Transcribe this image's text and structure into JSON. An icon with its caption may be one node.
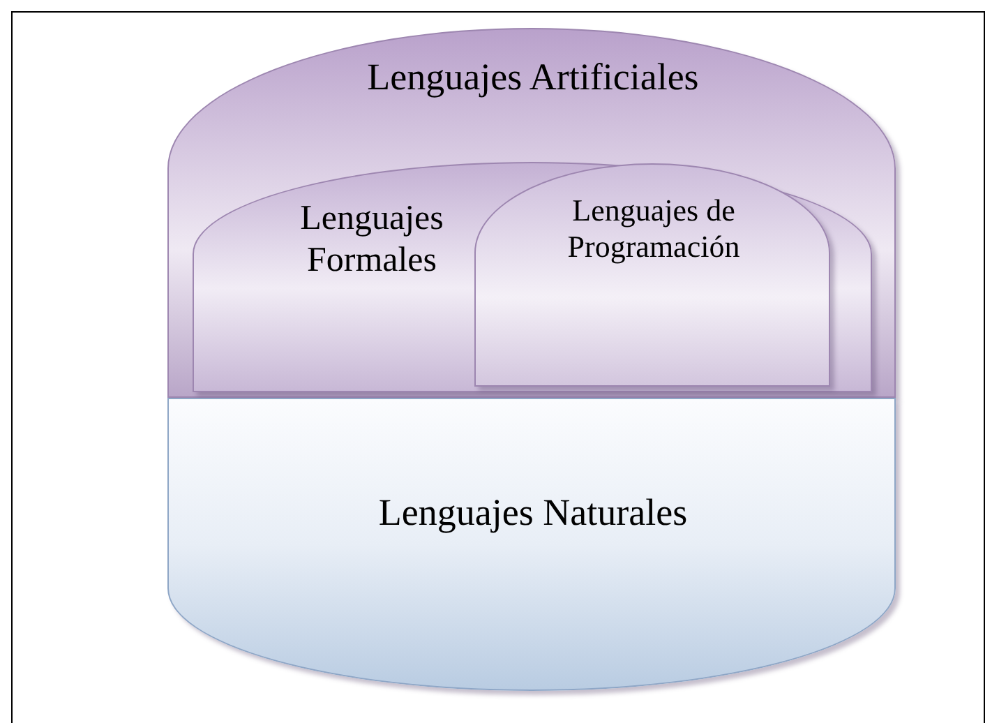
{
  "diagram": {
    "nodes": [
      {
        "text": [
          "Lenguajes Artificiales"
        ]
      },
      {
        "text": [
          "Lenguajes Formales"
        ],
        "in": 0
      },
      {
        "text": [
          "Lenguajes de Programación"
        ],
        "in": 1
      },
      {
        "text": [
          "Lenguajes Naturales"
        ]
      }
    ]
  }
}
